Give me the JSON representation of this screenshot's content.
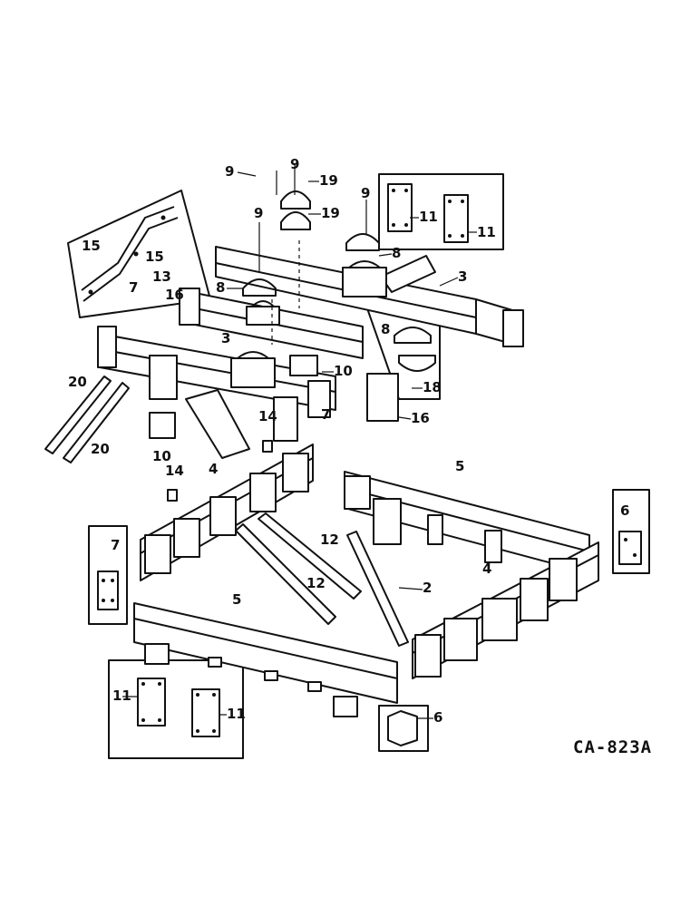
{
  "figure": {
    "code": "CA-823A",
    "callouts": [
      "2",
      "3",
      "3",
      "4",
      "4",
      "5",
      "5",
      "6",
      "6",
      "7",
      "7",
      "7",
      "8",
      "8",
      "8",
      "9",
      "9",
      "9",
      "9",
      "10",
      "10",
      "11",
      "11",
      "11",
      "11",
      "12",
      "12",
      "13",
      "14",
      "14",
      "15",
      "15",
      "16",
      "16",
      "18",
      "19",
      "19",
      "20",
      "20"
    ]
  }
}
